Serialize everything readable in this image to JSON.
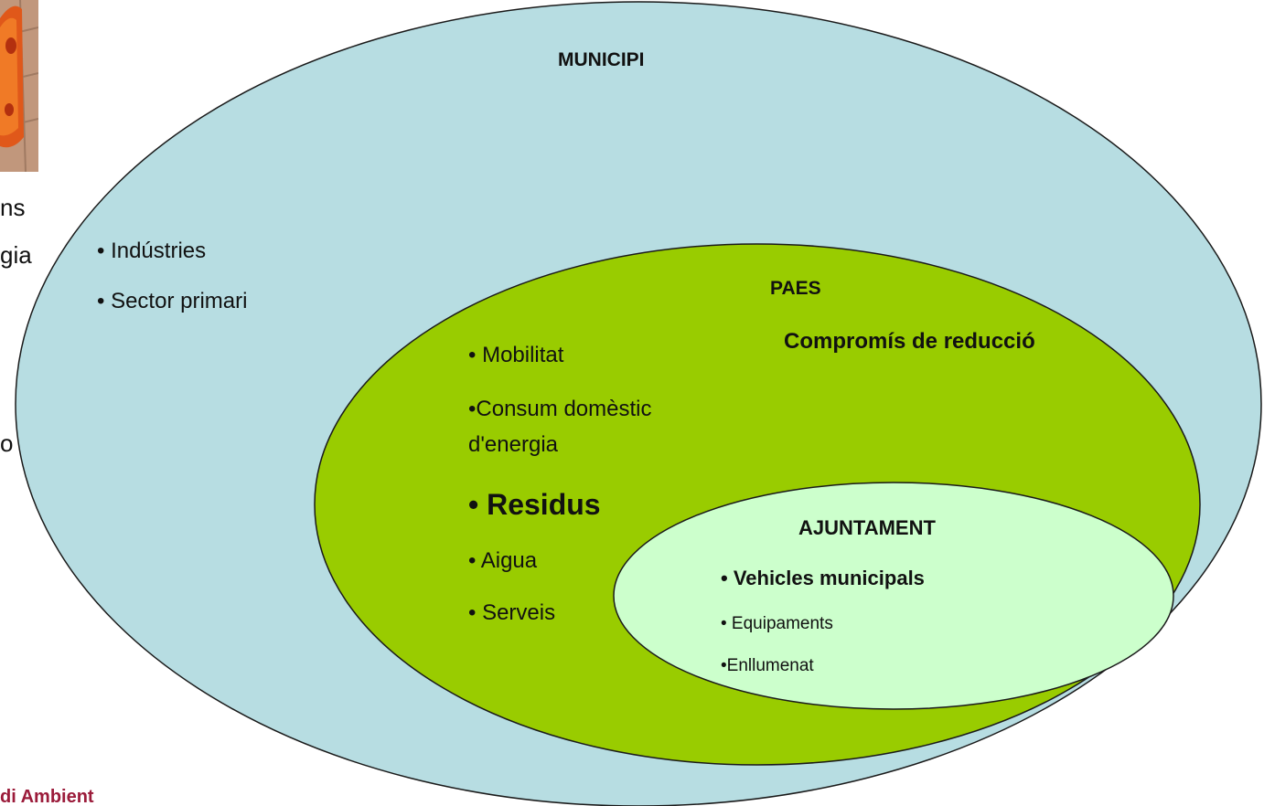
{
  "municipi": {
    "title": "MUNICIPI",
    "items": [
      "• Indústries",
      "• Sector primari"
    ]
  },
  "paes": {
    "title": "PAES",
    "commitment": "Compromís de reducció",
    "items": [
      "• Mobilitat",
      "•Consum domèstic",
      "d'energia",
      "• Residus",
      "• Aigua",
      "• Serveis"
    ]
  },
  "ajuntament": {
    "title": "AJUNTAMENT",
    "items": [
      "• Vehicles municipals",
      "• Equipaments",
      "•Enllumenat"
    ]
  },
  "background": {
    "cut_texts": [
      "ns",
      "gia",
      "o"
    ],
    "footer": "di Ambient"
  },
  "colors": {
    "municipi_fill": "#b7dde2",
    "paes_fill": "#99cc00",
    "ajuntament_fill": "#ccffcc",
    "outline": "#1a1a1a",
    "footer_text": "#9b1b3a"
  }
}
